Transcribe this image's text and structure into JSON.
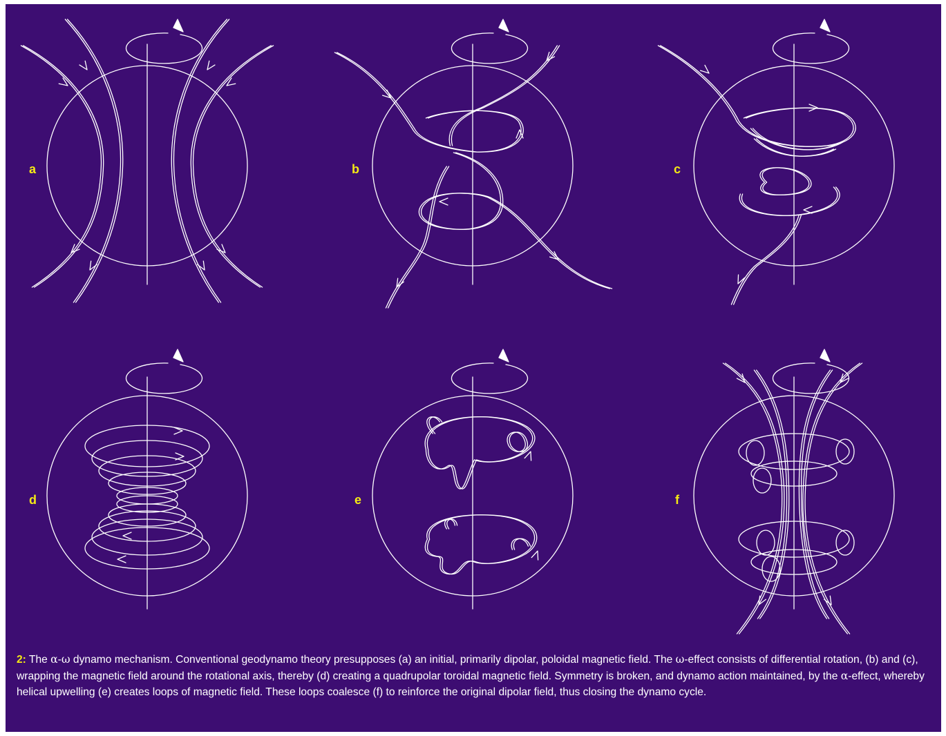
{
  "figure": {
    "background_color": "#3d0d72",
    "line_color": "#ffffff",
    "label_color": "#f5ea14",
    "panels": [
      {
        "id": "a",
        "label": "a",
        "description_key": "initial-dipolar-poloidal-field"
      },
      {
        "id": "b",
        "label": "b",
        "description_key": "differential-rotation-wrapping"
      },
      {
        "id": "c",
        "label": "c",
        "description_key": "differential-rotation-wrapping-continued"
      },
      {
        "id": "d",
        "label": "d",
        "description_key": "quadrupolar-toroidal-field"
      },
      {
        "id": "e",
        "label": "e",
        "description_key": "helical-upwelling-loops"
      },
      {
        "id": "f",
        "label": "f",
        "description_key": "loops-coalesce-dipolar-field"
      }
    ]
  },
  "caption": {
    "figure_number": "2:",
    "part1": " The ",
    "alpha1": "α",
    "dash": "-",
    "omega1": "ω",
    "part2": " dynamo mechanism. Conventional geodynamo theory presupposes (a) an initial, primarily dipolar, poloidal magnetic field. The ",
    "omega2": "ω",
    "part3": "-effect consists of differential rotation, (b) and (c), wrapping the magnetic field around the rotational axis, thereby (d) creating a quadrupolar toroidal magnetic field. Symmetry is broken, and dynamo action maintained, by the ",
    "alpha2": "α",
    "part4": "-effect, whereby helical upwelling (e) creates loops of magnetic field. These loops coalesce (f) to reinforce the original dipolar field, thus closing the dynamo cycle."
  }
}
